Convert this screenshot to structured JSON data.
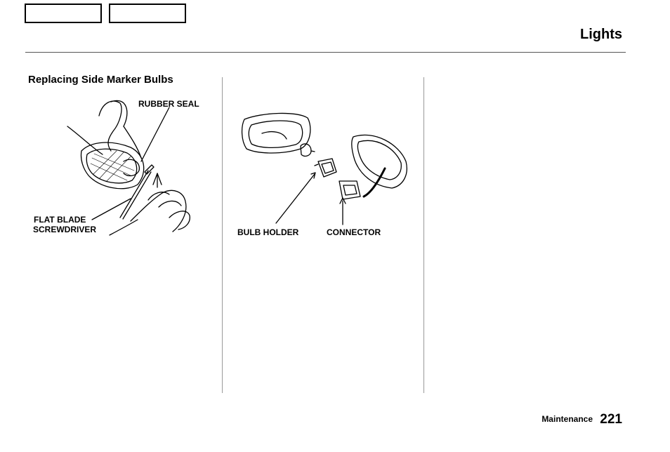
{
  "header": {
    "nav_buttons": [
      "",
      ""
    ],
    "title": "Lights"
  },
  "section": {
    "heading": "Replacing Side Marker Bulbs"
  },
  "figure_left": {
    "label_top": "RUBBER SEAL",
    "label_bottom_line1": "FLAT BLADE",
    "label_bottom_line2": "SCREWDRIVER"
  },
  "figure_right": {
    "label_left": "BULB HOLDER",
    "label_right": "CONNECTOR"
  },
  "footer": {
    "section": "Maintenance",
    "page": "221"
  }
}
